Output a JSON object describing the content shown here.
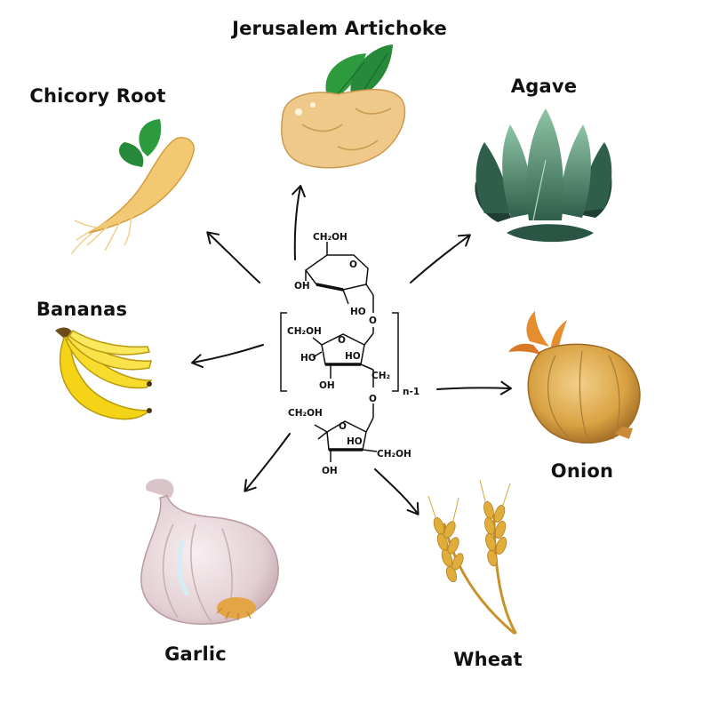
{
  "labels": {
    "jerusalem_artichoke": "Jerusalem Artichoke",
    "chicory_root": "Chicory Root",
    "agave": "Agave",
    "bananas": "Bananas",
    "onion": "Onion",
    "garlic": "Garlic",
    "wheat": "Wheat"
  },
  "molecule": {
    "ch2oh": "CH₂OH",
    "oh": "OH",
    "ho": "HO",
    "o": "O",
    "ch2": "CH₂",
    "repeat_subscript": "n-1"
  },
  "icons": [
    "chicory-root-icon",
    "jerusalem-artichoke-icon",
    "agave-icon",
    "bananas-icon",
    "onion-icon",
    "garlic-icon",
    "wheat-icon"
  ],
  "colors": {
    "arrow": "#111111",
    "banana": "#f5d316",
    "onion": "#d9a243",
    "agave": "#3f7a5e",
    "garlic": "#e9dcde",
    "wheat": "#d9a534",
    "artichoke": "#eec98a",
    "leaf": "#2e9a3e"
  }
}
